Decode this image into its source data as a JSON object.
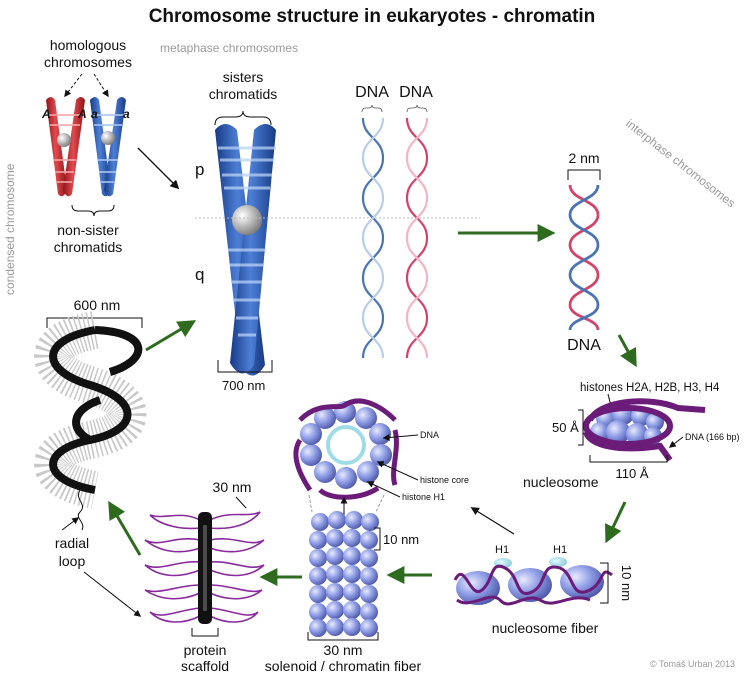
{
  "title": "Chromosome structure in eukaryotes - chromatin",
  "labels": {
    "homologous_line1": "homologous",
    "homologous_line2": "chromosomes",
    "allele_A": "A",
    "allele_a": "a",
    "non_sister_line1": "non-sister",
    "non_sister_line2": "chromatids",
    "metaphase": "metaphase chromosomes",
    "sisters_line1": "sisters",
    "sisters_line2": "chromatids",
    "p_arm": "p",
    "q_arm": "q",
    "size_700": "700 nm",
    "dna_1": "DNA",
    "dna_2": "DNA",
    "interphase": "interphase chromosomes",
    "size_2nm": "2 nm",
    "dna_helix": "DNA",
    "condensed": "condensed chromosome",
    "size_600": "600 nm",
    "histones": "histones H2A, H2B, H3, H4",
    "size_50A": "50 Å",
    "dna_166": "DNA (166 bp)",
    "nucleosome": "nucleosome",
    "size_110A": "110 Å",
    "dna_small": "DNA",
    "histone_core": "histone core",
    "histone_h1": "histone H1",
    "size_10nm_solenoid": "10 nm",
    "size_30nm_solenoid": "30 nm",
    "solenoid": "solenoid / chromatin fiber",
    "size_30nm_loop": "30 nm",
    "radial_line1": "radial",
    "radial_line2": "loop",
    "protein_line1": "protein",
    "protein_line2": "scaffold",
    "h1_left": "H1",
    "h1_right": "H1",
    "size_10nm_fiber": "10 nm",
    "nucleosome_fiber": "nucleosome fiber",
    "copyright": "© Tomáš Urban 2013"
  },
  "colors": {
    "red_chromosome": "#d0303a",
    "blue_chromosome": "#2d5cb8",
    "arrow_green": "#2e6b1f",
    "dna_pink": "#d2446a",
    "dna_blue": "#4b74b5",
    "histone_blue": "#7e8ee0",
    "purple_dna": "#6a1c78"
  }
}
